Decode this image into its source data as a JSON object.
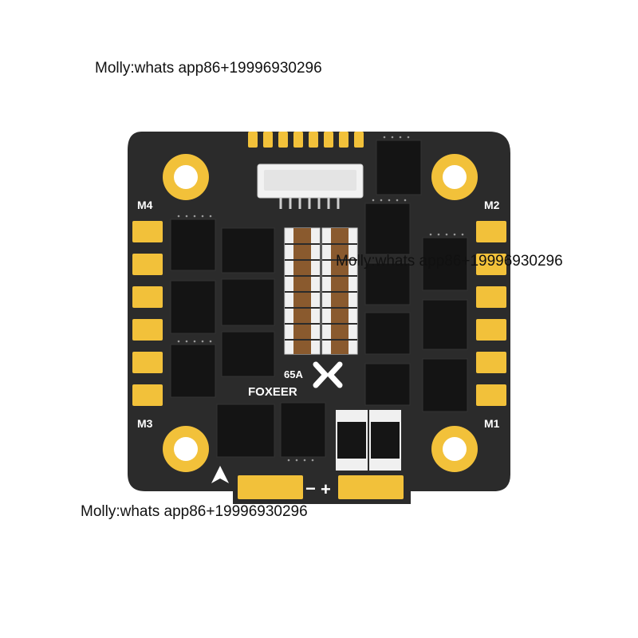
{
  "watermarks": [
    "Molly:whats app86+19996930296",
    "Molly:whats app86+19996930296",
    "Molly:whats app86+19996930296"
  ],
  "board": {
    "brand": "FOXEER",
    "rating": "65A",
    "motor_labels": {
      "m1": "M1",
      "m2": "M2",
      "m3": "M3",
      "m4": "M4"
    },
    "power_minus": "−",
    "power_plus": "+",
    "colors": {
      "pcb": "#2b2b2b",
      "pad_gold": "#f2c13a",
      "chip": "#141414",
      "copper": "#8a5a2e",
      "silkscreen": "#ffffff"
    }
  }
}
